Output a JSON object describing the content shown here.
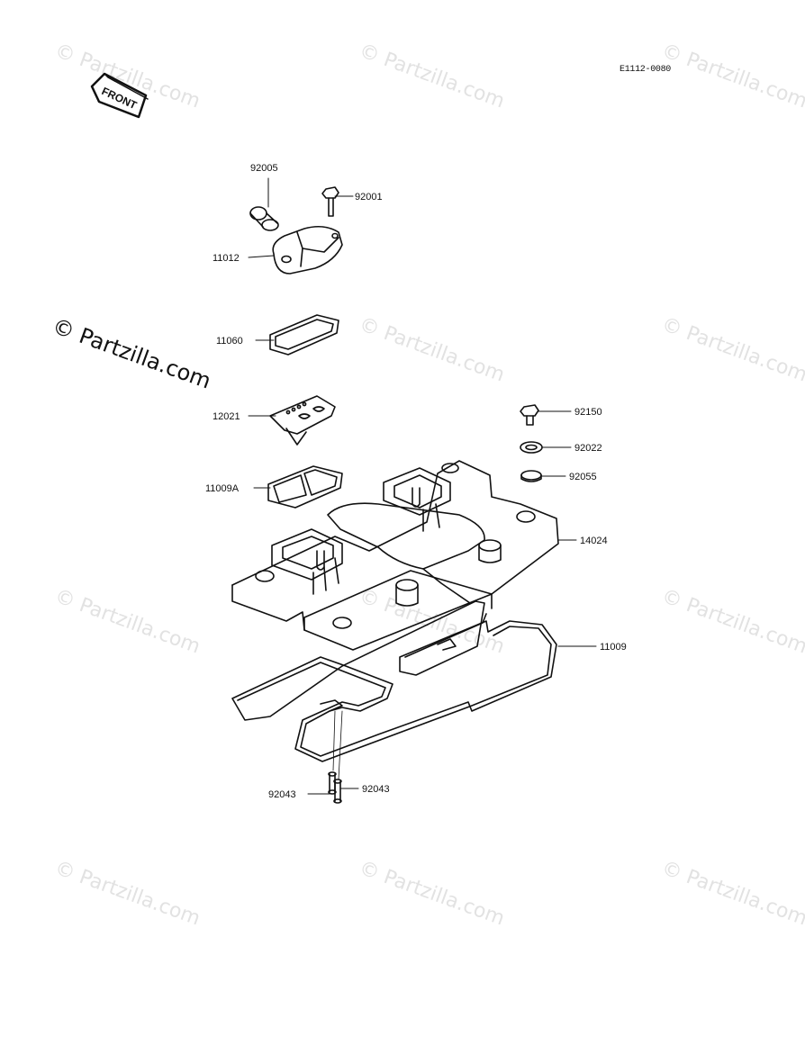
{
  "watermark": {
    "text": "© Partzilla.com",
    "main_text": "© Partzilla.com"
  },
  "diagram": {
    "reference_code": "E1112-0080",
    "front_indicator": "FRONT",
    "parts": [
      {
        "id": "92005"
      },
      {
        "id": "92001"
      },
      {
        "id": "11012"
      },
      {
        "id": "11060"
      },
      {
        "id": "12021"
      },
      {
        "id": "11009A"
      },
      {
        "id": "92150"
      },
      {
        "id": "92022"
      },
      {
        "id": "92055"
      },
      {
        "id": "14024"
      },
      {
        "id": "11009"
      },
      {
        "id": "92043"
      },
      {
        "id": "92043"
      }
    ]
  },
  "colors": {
    "line": "#111111",
    "watermark": "#e2e2e2"
  }
}
